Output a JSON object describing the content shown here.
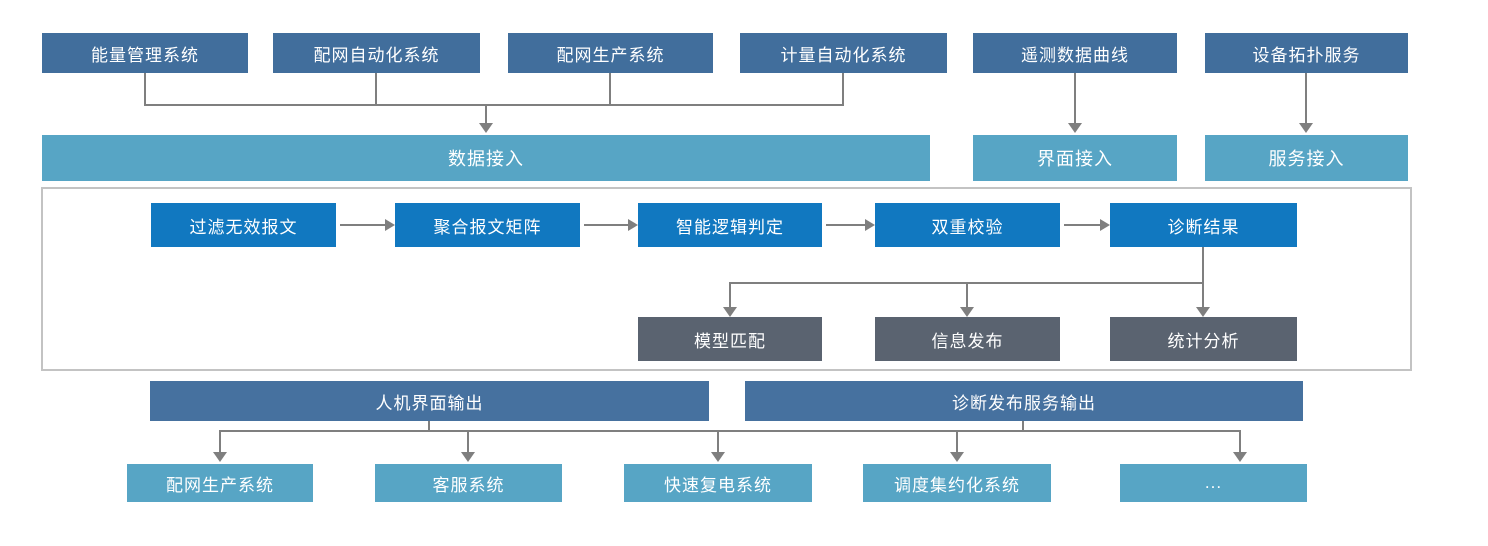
{
  "diagram": {
    "title_semantic": "fault-diagnosis-system-architecture",
    "top_sources": [
      {
        "label": "能量管理系统"
      },
      {
        "label": "配网自动化系统"
      },
      {
        "label": "配网生产系统"
      },
      {
        "label": "计量自动化系统"
      },
      {
        "label": "遥测数据曲线"
      },
      {
        "label": "设备拓扑服务"
      }
    ],
    "access_layers": [
      {
        "label": "数据接入"
      },
      {
        "label": "界面接入"
      },
      {
        "label": "服务接入"
      }
    ],
    "process_flow": [
      {
        "label": "过滤无效报文"
      },
      {
        "label": "聚合报文矩阵"
      },
      {
        "label": "智能逻辑判定"
      },
      {
        "label": "双重校验"
      },
      {
        "label": "诊断结果"
      }
    ],
    "diagnosis_functions": [
      {
        "label": "模型匹配"
      },
      {
        "label": "信息发布"
      },
      {
        "label": "统计分析"
      }
    ],
    "outputs": [
      {
        "label": "人机界面输出"
      },
      {
        "label": "诊断发布服务输出"
      }
    ],
    "target_systems": [
      {
        "label": "配网生产系统"
      },
      {
        "label": "客服系统"
      },
      {
        "label": "快速复电系统"
      },
      {
        "label": "调度集约化系统"
      },
      {
        "label": "..."
      }
    ],
    "colors": {
      "source_box": "#416e9c",
      "access_bar": "#57a5c5",
      "process_box": "#1178c0",
      "function_box": "#5a6370",
      "output_bar": "#46719f",
      "target_box": "#57a5c5",
      "connector": "#7f7f7f",
      "frame_border": "#c3c3c3",
      "text": "#ffffff"
    }
  }
}
